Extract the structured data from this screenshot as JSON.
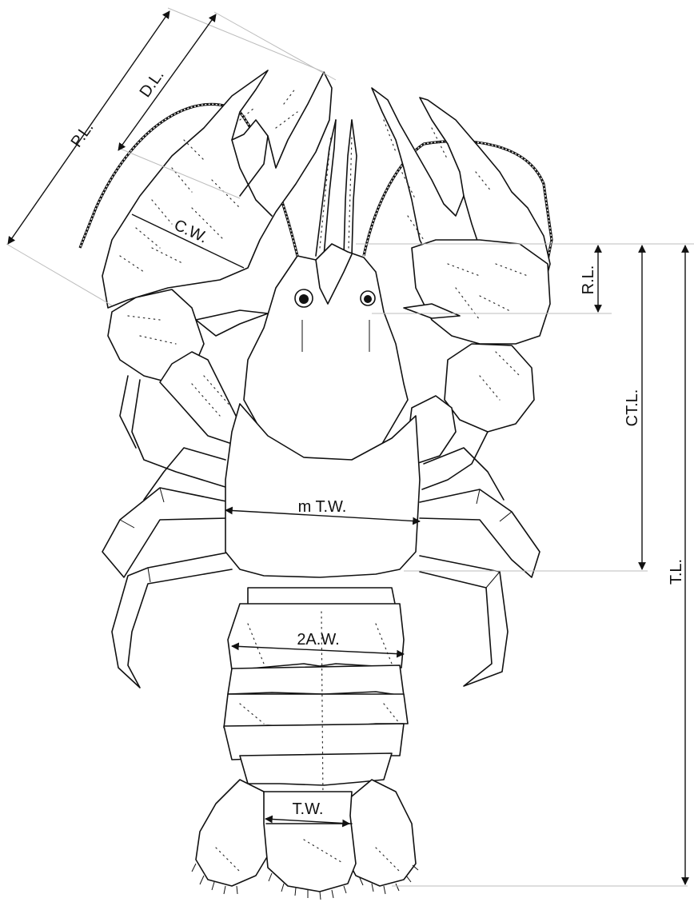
{
  "labels": {
    "pl": "P.L.",
    "dl": "D.L.",
    "cw": "C.W.",
    "rl": "R.L.",
    "ctl": "CT.L.",
    "tl": "T.L.",
    "mtw": "m T.W.",
    "aw2": "2A.W.",
    "tw": "T.W."
  },
  "colors": {
    "ink": "#111111",
    "guide": "#bdbdbd",
    "background": "#ffffff"
  }
}
